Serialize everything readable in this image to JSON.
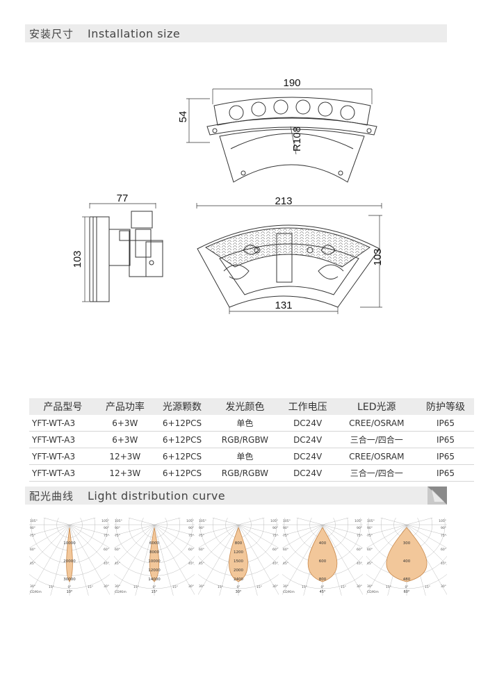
{
  "install_section": {
    "cn": "安装尺寸",
    "en": "Installation size"
  },
  "dimensions": {
    "top_width": "190",
    "top_height": "54",
    "radius": "R108",
    "side_width": "77",
    "side_height": "103",
    "front_width": "213",
    "front_height": "103",
    "front_bottom": "131"
  },
  "table": {
    "headers": [
      "产品型号",
      "产品功率",
      "光源颗数",
      "发光颜色",
      "工作电压",
      "LED光源",
      "防护等级"
    ],
    "rows": [
      [
        "YFT-WT-A3",
        "6+3W",
        "6+12PCS",
        "单色",
        "DC24V",
        "CREE/OSRAM",
        "IP65"
      ],
      [
        "YFT-WT-A3",
        "6+3W",
        "6+12PCS",
        "RGB/RGBW",
        "DC24V",
        "三合一/四合一",
        "IP65"
      ],
      [
        "YFT-WT-A3",
        "12+3W",
        "6+12PCS",
        "单色",
        "DC24V",
        "CREE/OSRAM",
        "IP65"
      ],
      [
        "YFT-WT-A3",
        "12+3W",
        "6+12PCS",
        "RGB/RGBW",
        "DC24V",
        "三合一/四合一",
        "IP65"
      ]
    ]
  },
  "light_section": {
    "cn": "配光曲线",
    "en": "Light distribution curve"
  },
  "chart_data": [
    {
      "type": "polar",
      "beam_angle": "10°",
      "unit": "CD/Klm",
      "values": [
        "10000",
        "20000",
        "30000"
      ],
      "angle_labels": [
        "105°",
        "90°",
        "75°",
        "60°",
        "45°",
        "30°",
        "15°",
        "0°",
        "15°",
        "30°",
        "45°",
        "60°",
        "75°",
        "90°",
        "105°"
      ]
    },
    {
      "type": "polar",
      "beam_angle": "15°",
      "unit": "CD/Klm",
      "values": [
        "6000",
        "8000",
        "10000",
        "12000",
        "14000"
      ],
      "angle_labels": [
        "105°",
        "90°",
        "75°",
        "60°",
        "45°",
        "30°",
        "15°",
        "0°",
        "15°",
        "30°",
        "45°",
        "60°",
        "75°",
        "90°",
        "105°"
      ]
    },
    {
      "type": "polar",
      "beam_angle": "30°",
      "unit": "",
      "values": [
        "800",
        "1200",
        "1500",
        "2000",
        "2400"
      ],
      "angle_labels": [
        "105°",
        "90°",
        "75°",
        "60°",
        "45°",
        "30°",
        "15°",
        "0°",
        "15°",
        "30°",
        "45°",
        "60°",
        "75°",
        "90°",
        "105°"
      ]
    },
    {
      "type": "polar",
      "beam_angle": "45°",
      "unit": "CD/Klm",
      "values": [
        "400",
        "600",
        "800"
      ],
      "angle_labels": [
        "105°",
        "90°",
        "75°",
        "60°",
        "45°",
        "30°",
        "15°",
        "0°",
        "15°",
        "30°",
        "45°",
        "60°",
        "75°",
        "90°",
        "105°"
      ]
    },
    {
      "type": "polar",
      "beam_angle": "60°",
      "unit": "CD/Klm",
      "values": [
        "300",
        "400",
        "480"
      ],
      "angle_labels": [
        "105°",
        "90°",
        "75°",
        "60°",
        "45°",
        "30°",
        "15°",
        "0°",
        "15°",
        "30°",
        "45°",
        "60°",
        "75°",
        "90°",
        "105°"
      ]
    }
  ],
  "colors": {
    "section_bg": "#ececec",
    "beam_fill": "#f2c79a",
    "beam_stroke": "#c98a4e",
    "grid": "#bdbdbd"
  }
}
